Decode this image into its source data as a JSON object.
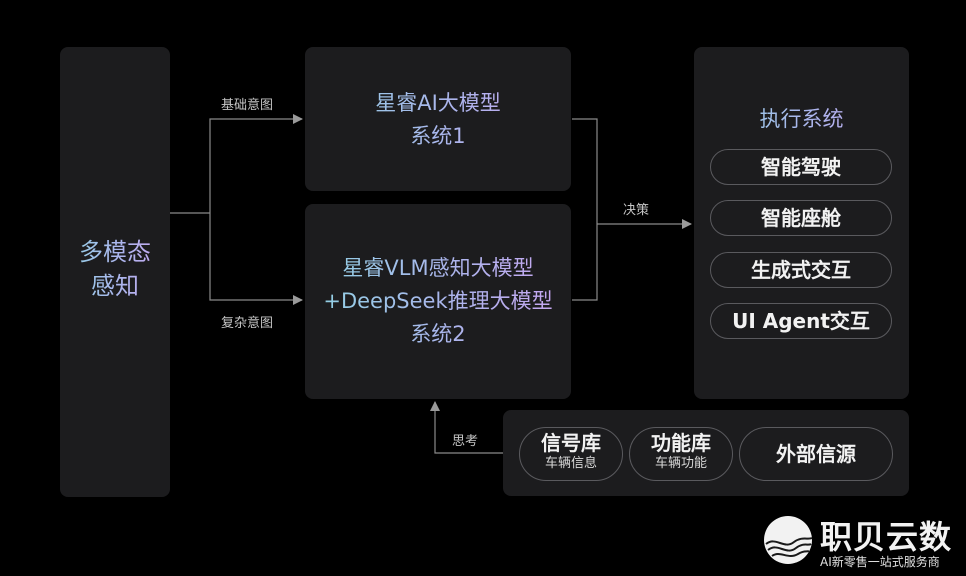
{
  "perception": {
    "line1": "多模态",
    "line2": "感知"
  },
  "labels": {
    "basic_intent": "基础意图",
    "complex_intent": "复杂意图",
    "decision": "决策",
    "thinking": "思考"
  },
  "system1": {
    "line1": "星睿AI大模型",
    "line2": "系统1"
  },
  "system2": {
    "line1": "星睿VLM感知大模型",
    "line2": "+DeepSeek推理大模型",
    "line3": "系统2"
  },
  "execution": {
    "title": "执行系统",
    "items": [
      "智能驾驶",
      "智能座舱",
      "生成式交互",
      "UI Agent交互"
    ]
  },
  "resources": {
    "signal": {
      "title": "信号库",
      "sub": "车辆信息"
    },
    "function": {
      "title": "功能库",
      "sub": "车辆功能"
    },
    "external": {
      "title": "外部信源"
    }
  },
  "watermark": {
    "brand": "职贝云数",
    "slogan": "AI新零售一站式服务商"
  },
  "colors": {
    "background": "#000000",
    "panel": "#1c1c1e",
    "gradient_start": "#8fd3e3",
    "gradient_end": "#c9a4f1"
  }
}
